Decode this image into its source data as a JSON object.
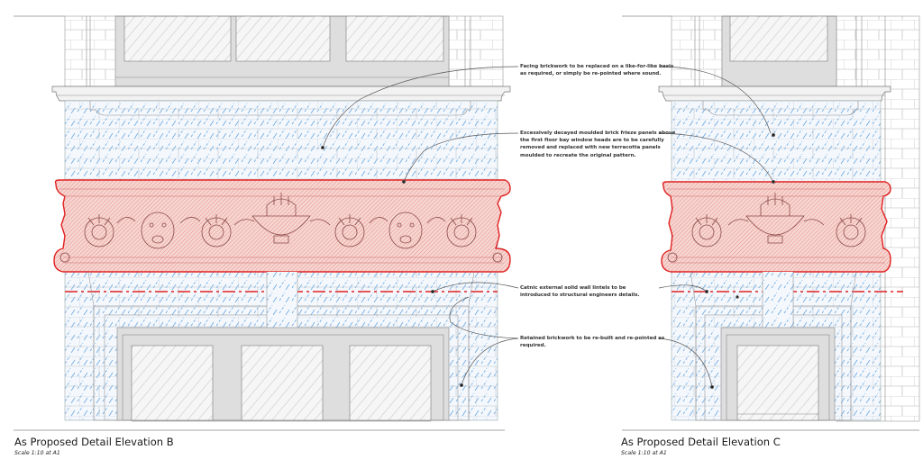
{
  "elevations": [
    {
      "id": "B",
      "title": "As Proposed Detail Elevation B",
      "scale": "Scale 1:10 at A1"
    },
    {
      "id": "C",
      "title": "As Proposed Detail Elevation C",
      "scale": "Scale 1:10 at A1"
    }
  ],
  "annotations": [
    {
      "id": "facing-brickwork",
      "lines": [
        "Facing brickwork to be replaced on a like-for-like basis",
        "as required, or simply be re-pointed where sound."
      ]
    },
    {
      "id": "frieze-panels",
      "lines": [
        "Excessively decayed moulded brick frieze panels above",
        "the first floor bay window heads are to be carefully",
        "removed and replaced with new terracotta panels",
        "moulded to recreate the original pattern."
      ]
    },
    {
      "id": "catnic-lintels",
      "lines": [
        "Catnic external solid wall lintels to be",
        "introduced to structural engineers details."
      ]
    },
    {
      "id": "retained-brickwork",
      "lines": [
        "Retained brickwork to be re-built and re-pointed as",
        "required."
      ]
    }
  ],
  "colors": {
    "frieze_red": "#e02020",
    "frieze_fill": "#f4c9c4",
    "brick_hatch_blue": "#6aa8e0",
    "glass_hatch": "#c8c8c8",
    "frame_grey": "#d9d9d9",
    "line_grey": "#8a8a8a",
    "text": "#333333"
  }
}
